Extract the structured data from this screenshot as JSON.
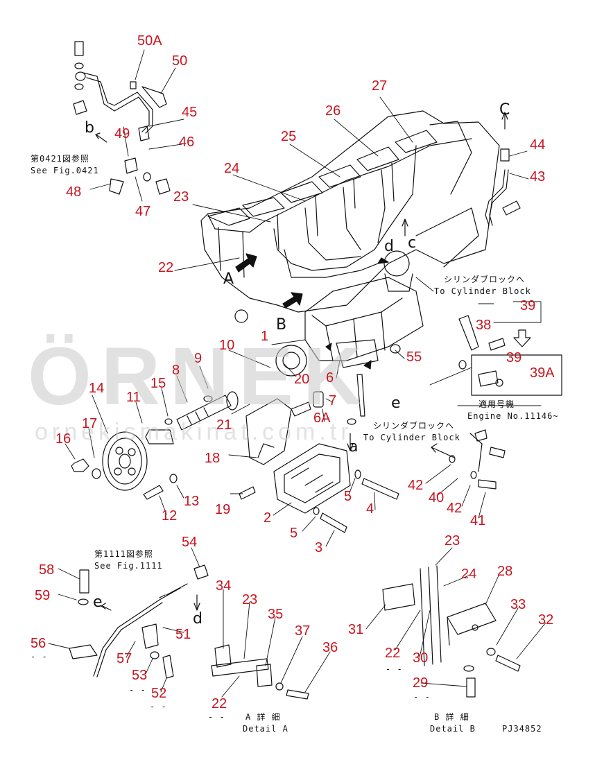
{
  "watermark": {
    "logo_text": "ÖRNEK",
    "url": "ornekismakinat.com.tr"
  },
  "callouts": {
    "n50A": "50A",
    "n50": "50",
    "n45": "45",
    "n46": "46",
    "n49": "49",
    "n48": "48",
    "n47": "47",
    "n27": "27",
    "n26": "26",
    "n25": "25",
    "n24": "24",
    "n23": "23",
    "n22": "22",
    "n44": "44",
    "n43": "43",
    "n39": "39",
    "n38": "38",
    "n39b": "39",
    "n39A": "39A",
    "n1": "1",
    "n10": "10",
    "n9": "9",
    "n8": "8",
    "n15": "15",
    "n11": "11",
    "n14": "14",
    "n17": "17",
    "n16": "16",
    "n20": "20",
    "n6": "6",
    "n55": "55",
    "n21": "21",
    "n7": "7",
    "n6A": "6A",
    "n18": "18",
    "n19": "19",
    "n2": "2",
    "n5a": "5",
    "n4": "4",
    "n5b": "5",
    "n3": "3",
    "n13": "13",
    "n12": "12",
    "n42a": "42",
    "n40": "40",
    "n42b": "42",
    "n41": "41",
    "n54": "54",
    "n58": "58",
    "n59": "59",
    "n56": "56",
    "n57": "57",
    "n53": "53",
    "n52": "52",
    "n51": "51",
    "n34": "34",
    "n23b": "23",
    "n35": "35",
    "n37": "37",
    "n36": "36",
    "n22b": "22",
    "n23c": "23",
    "n24b": "24",
    "n28": "28",
    "n33": "33",
    "n32": "32",
    "n31": "31",
    "n22c": "22",
    "n30": "30",
    "n29": "29"
  },
  "letters": {
    "A": "A",
    "B": "B",
    "b": "b",
    "c": "c",
    "C": "C",
    "d": "d",
    "e": "e",
    "a": "a",
    "e2": "e",
    "d2": "d"
  },
  "labels": {
    "fig0421_jp": "第0421図参照",
    "fig0421_en": "See Fig.0421",
    "cyl_jp_1": "シリンダブロックへ",
    "cyl_en_1": "To Cylinder Block",
    "cyl_jp_2": "シリンダブロックへ",
    "cyl_en_2": "To Cylinder Block",
    "engine_jp": "適用号機",
    "engine_en": "Engine No.11146~",
    "fig1111_jp": "第1111図参照",
    "fig1111_en": "See Fig.1111",
    "detailA_jp": "A 詳 細",
    "detailA_en": "Detail A",
    "detailB_jp": "B 詳 細",
    "detailB_en": "Detail B",
    "part_code": "PJ34852",
    "dash1": "- -",
    "dash2": "- -",
    "dash3": "- -",
    "dash4": "- -",
    "dash5": "- -",
    "dash6": "- -"
  },
  "colors": {
    "callout": "#c8141e",
    "line": "#111111",
    "watermark": "#c9c9c9"
  }
}
